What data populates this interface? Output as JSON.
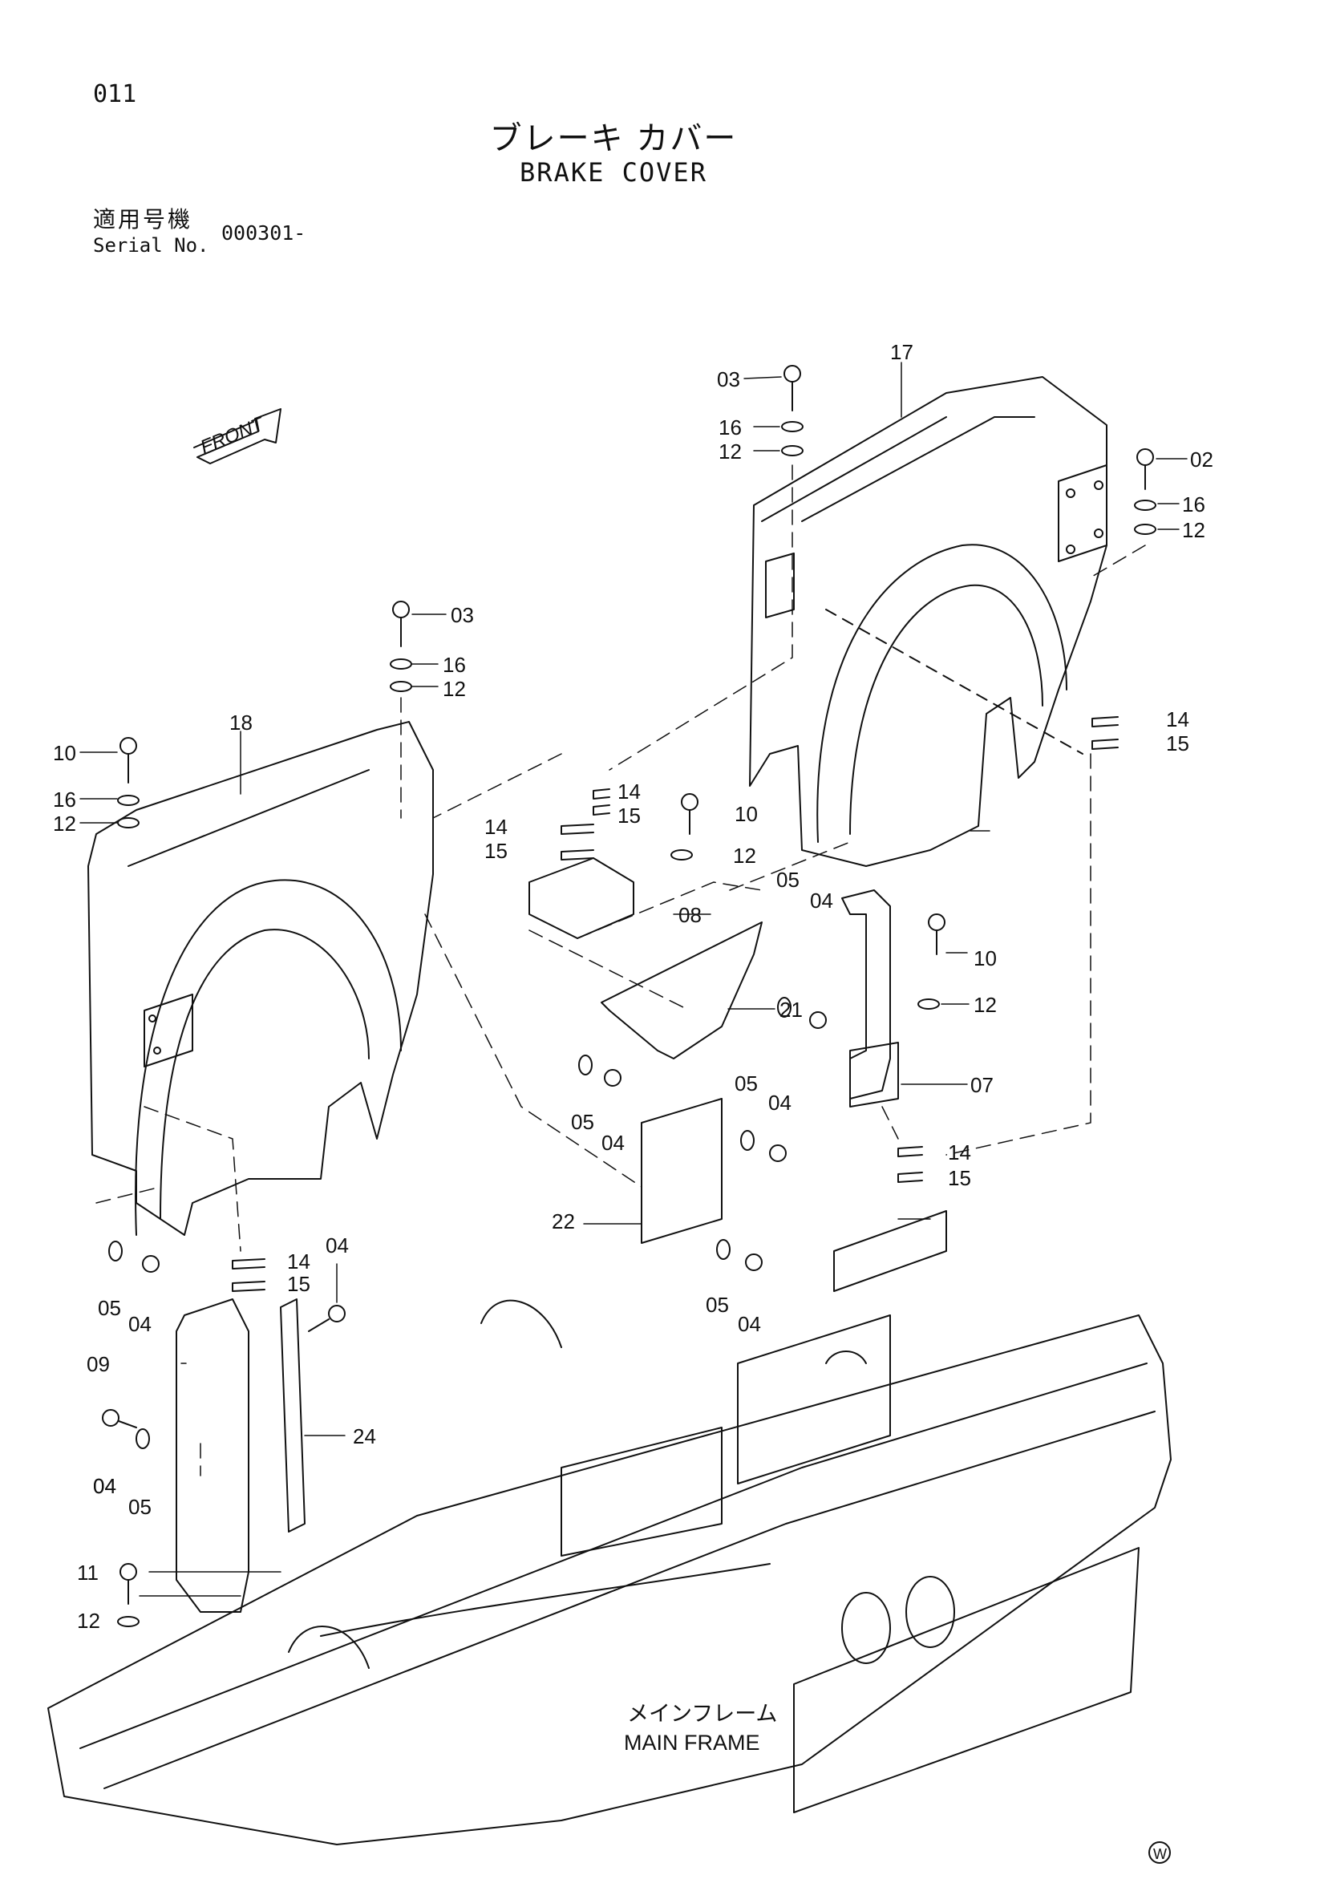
{
  "page_number": "011",
  "title_jp": "ブレーキ カバー",
  "title_en": "BRAKE COVER",
  "serial": {
    "label_jp": "適用号機",
    "label_en": "Serial No.",
    "value": "000301-"
  },
  "front_label": "FRONT",
  "main_frame_jp": "メインフレーム",
  "main_frame_en": "MAIN FRAME",
  "footer_mark": "W",
  "callouts": [
    "03",
    "16",
    "12",
    "17",
    "02",
    "16",
    "12",
    "14",
    "15",
    "03",
    "16",
    "12",
    "18",
    "10",
    "16",
    "12",
    "14",
    "15",
    "14",
    "15",
    "10",
    "12",
    "08",
    "05",
    "04",
    "21",
    "10",
    "12",
    "07",
    "05",
    "04",
    "05",
    "04",
    "22",
    "14",
    "15",
    "05",
    "04",
    "04",
    "05",
    "04",
    "14",
    "15",
    "04",
    "09",
    "24",
    "04",
    "05",
    "11",
    "12"
  ]
}
